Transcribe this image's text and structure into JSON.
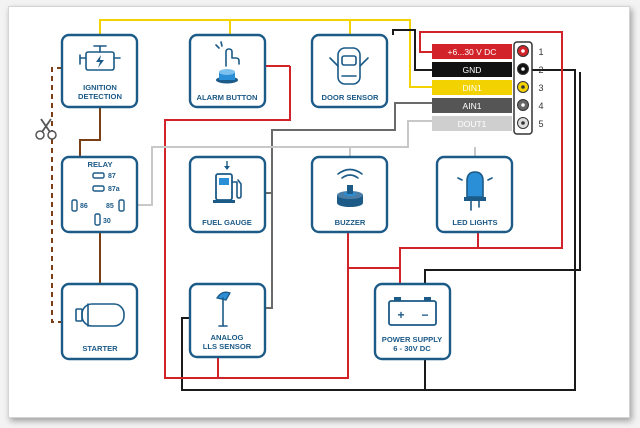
{
  "colors": {
    "box_border": "#1c5a87",
    "wire_red": "#d2232a",
    "wire_black": "#1a1a1a",
    "wire_yellow": "#f2d200",
    "wire_grey": "#7a7a7a",
    "wire_lightgrey": "#c8c8c8",
    "wire_brown": "#7b3f16",
    "accent_blue": "#2a8fd6"
  },
  "components": {
    "ignition": {
      "line1": "IGNITION",
      "line2": "DETECTION",
      "icon": "engine-icon"
    },
    "alarm_button": {
      "label": "ALARM BUTTON",
      "icon": "press-button-icon"
    },
    "door_sensor": {
      "label": "DOOR SENSOR",
      "icon": "car-door-icon"
    },
    "relay": {
      "label": "RELAY",
      "pins": {
        "p87": "87",
        "p87a": "87a",
        "p86": "86",
        "p85": "85",
        "p30": "30"
      }
    },
    "fuel_gauge": {
      "label": "FUEL GAUGE",
      "icon": "fuel-pump-icon"
    },
    "buzzer": {
      "label": "BUZZER",
      "icon": "buzzer-icon"
    },
    "led_lights": {
      "label": "LED LIGHTS",
      "icon": "led-bulb-icon"
    },
    "starter": {
      "label": "STARTER",
      "icon": "starter-motor-icon"
    },
    "analog_sensor": {
      "line1": "ANALOG",
      "line2": "LLS SENSOR",
      "icon": "probe-sensor-icon"
    },
    "power_supply": {
      "line1": "POWER SUPPLY",
      "line2": "6 - 30V DC",
      "icon": "battery-icon",
      "plus": "+",
      "minus": "−"
    }
  },
  "connector": {
    "pins": [
      {
        "label": "+6...30 V DC",
        "number": "1",
        "color": "#d2232a"
      },
      {
        "label": "GND",
        "number": "2",
        "color": "#111111"
      },
      {
        "label": "DIN1",
        "number": "3",
        "color": "#f2d200"
      },
      {
        "label": "AIN1",
        "number": "4",
        "color": "#555555"
      },
      {
        "label": "DOUT1",
        "number": "5",
        "color": "#cfcfcf"
      }
    ]
  }
}
